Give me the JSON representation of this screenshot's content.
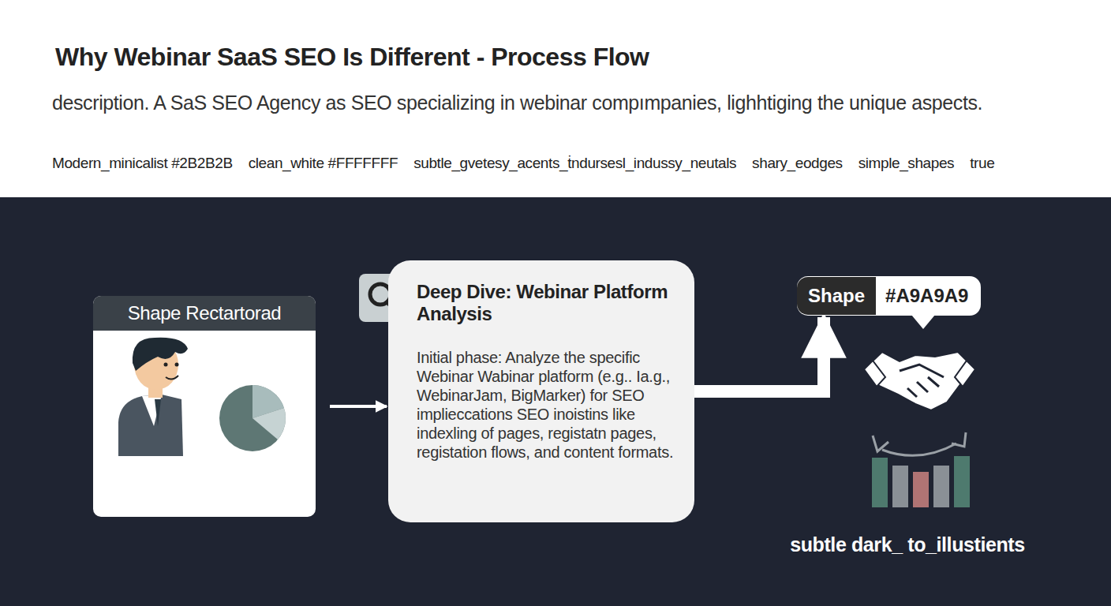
{
  "diagram": {
    "title": "Why Webinar SaaS SEO Is Different - Process Flow",
    "nodes": [
      {
        "text": [
          "Shape Rectartorad"
        ]
      },
      {
        "text": [
          "Deep Dive: Webinar Platform Analysis",
          "Initial phase: Analyze the specific Webinar Wabinar platform (e.g.. Ia.g., WebinarJam, BigMarker) for SEO implieccations SEO inoistins like indexling of pages, registatn pages, registation flows, and content formats."
        ]
      },
      {
        "text": [
          "Shape",
          "#A9A9A9"
        ]
      }
    ],
    "edges": [
      {
        "from": 0,
        "to": 1,
        "arrow": "to"
      },
      {
        "from": 1,
        "to": 2,
        "arrow": "to"
      }
    ],
    "labels": [
      "description. A SaS SEO Agency as SEO specializing in webinar compımpanies, lighhtiging the unique aspects.",
      "Modern_minicalist #2B2B2B",
      "clean_white #FFFFFFF",
      "subtle_gvetesy_acents_ṫndursesl_indussy_neutals",
      "shary_eodges",
      "simple_shapes",
      "true",
      "subtle dark_ to_illustients"
    ]
  }
}
